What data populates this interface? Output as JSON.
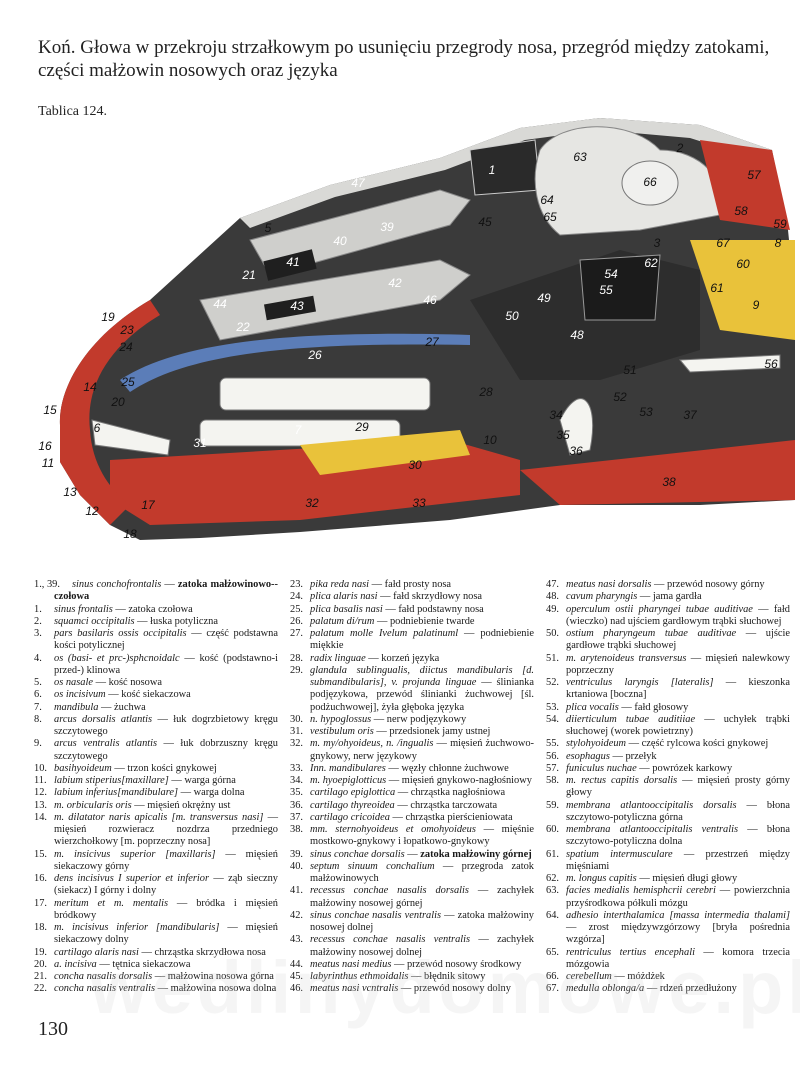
{
  "title": "Koń. Głowa w przekroju strzałkowym po usunięciu przegrody nosa, przegród między zatokami, części małżowin nosowych oraz języka",
  "plate": "Tablica 124.",
  "page_number": "130",
  "watermark": "wedlinydomowe.pl",
  "figure_labels": [
    "1",
    "2",
    "3",
    "5",
    "6",
    "7",
    "8",
    "9",
    "10",
    "11",
    "12",
    "13",
    "14",
    "15",
    "16",
    "17",
    "18",
    "19",
    "20",
    "21",
    "22",
    "23",
    "24",
    "25",
    "26",
    "27",
    "28",
    "29",
    "30",
    "31",
    "32",
    "33",
    "34",
    "35",
    "36",
    "37",
    "38",
    "39",
    "40",
    "41",
    "42",
    "43",
    "44",
    "45",
    "46",
    "47",
    "48",
    "49",
    "50",
    "51",
    "52",
    "53",
    "54",
    "55",
    "56",
    "57",
    "58",
    "59",
    "60",
    "61",
    "62",
    "63",
    "64",
    "65",
    "66",
    "67"
  ],
  "legend": {
    "col1": [
      {
        "num": "1., 39.",
        "lat": "sinus conchofrontalis",
        "pl": "zatoka małżowinowo--czołowa",
        "bold": true
      },
      {
        "num": "1.",
        "lat": "sinus frontalis",
        "pl": "zatoka czołowa"
      },
      {
        "num": "2.",
        "lat": "squamci occipitalis",
        "pl": "łuska potyliczna"
      },
      {
        "num": "3.",
        "lat": "pars basilaris ossis occipitalis",
        "pl": "część podstawna kości potylicznej"
      },
      {
        "num": "4.",
        "lat": "os (basi- et prc-)sphcnoidalc",
        "pl": "kość (podstawno-i przed-) klinowa"
      },
      {
        "num": "5.",
        "lat": "os nasale",
        "pl": "kość nosowa"
      },
      {
        "num": "6.",
        "lat": "os incisivum",
        "pl": "kość siekaczowa"
      },
      {
        "num": "7.",
        "lat": "mandibula",
        "pl": "żuchwa"
      },
      {
        "num": "8.",
        "lat": "arcus dorsalis atlantis",
        "pl": "łuk dogrzbietowy kręgu szczytowego"
      },
      {
        "num": "9.",
        "lat": "arcus ventralis atlantis",
        "pl": "łuk dobrzuszny kręgu szczytowego"
      },
      {
        "num": "10.",
        "lat": "basihyoideum",
        "pl": "trzon kości gnykowej"
      },
      {
        "num": "11.",
        "lat": "labium stiperius[maxillare]",
        "pl": "warga górna"
      },
      {
        "num": "12.",
        "lat": "labium inferius[mandibulare]",
        "pl": "warga dolna"
      },
      {
        "num": "13.",
        "lat": "m. orbicularis oris",
        "pl": "mięsień okrężny ust"
      },
      {
        "num": "14.",
        "lat": "m. dilatator naris apicalis [m. transversus nasi]",
        "pl": "mięsień rozwieracz nozdrza przedniego wierzchołkowy [m. poprzeczny nosa]"
      },
      {
        "num": "15.",
        "lat": "m. insicivus superior [maxillaris]",
        "pl": "mięsień siekaczowy górny"
      },
      {
        "num": "16.",
        "lat": "dens incisivus I superior et inferior",
        "pl": "ząb sieczny (siekacz) I górny i dolny"
      },
      {
        "num": "17.",
        "lat": "meritum et m. mentalis",
        "pl": "bródka i mięsień bródkowy"
      },
      {
        "num": "18.",
        "lat": "m. incisivus inferior [mandibularis]",
        "pl": "mięsień siekaczowy dolny"
      },
      {
        "num": "19.",
        "lat": "cartilago alaris nasi",
        "pl": "chrząstka skrzydłowa nosa"
      },
      {
        "num": "20.",
        "lat": "a. incisiva",
        "pl": "tętnica siekaczowa"
      },
      {
        "num": "21.",
        "lat": "concha nasalis dorsalis",
        "pl": "małżowina nosowa górna"
      },
      {
        "num": "22.",
        "lat": "concha nasalis ventralis",
        "pl": "małżowina nosowa dolna"
      }
    ],
    "col2": [
      {
        "num": "23.",
        "lat": "pika reda nasi",
        "pl": "fałd prosty nosa"
      },
      {
        "num": "24.",
        "lat": "plica alaris nasi",
        "pl": "fałd skrzydłowy nosa"
      },
      {
        "num": "25.",
        "lat": "plica basalis nasi",
        "pl": "fałd podstawny nosa"
      },
      {
        "num": "26.",
        "lat": "palatum di/rum",
        "pl": "podniebienie twarde"
      },
      {
        "num": "27.",
        "lat": "palatum molle Ivelum palatinuml",
        "pl": "podniebienie miękkie"
      },
      {
        "num": "28.",
        "lat": "radix linguae",
        "pl": "korzeń języka"
      },
      {
        "num": "29.",
        "lat": "glandula sublingualis, diictus mandibularis [d. submandibularis], v. projunda linguae",
        "pl": "ślinianka podjęzykowa, przewód ślinianki żuchwowej [śl. podżuchwowej], żyła głęboka języka"
      },
      {
        "num": "30.",
        "lat": "n. hypoglossus",
        "pl": "nerw podjęzykowy"
      },
      {
        "num": "31.",
        "lat": "vestibulum oris",
        "pl": "przedsionek jamy ustnej"
      },
      {
        "num": "32.",
        "lat": "m. my/ohyoideus, n. /ingualis",
        "pl": "mięsień żuchwowo-gnykowy, nerw językowy"
      },
      {
        "num": "33.",
        "lat": "Inn. mandibulares",
        "pl": "węzły chłonne żuchwowe"
      },
      {
        "num": "34.",
        "lat": "m. hyoepiglotticus",
        "pl": "mięsień gnykowo-nagłośniowy"
      },
      {
        "num": "35.",
        "lat": "cartilago epiglottica",
        "pl": "chrząstka nagłośniowa"
      },
      {
        "num": "36.",
        "lat": "cartilago thyreoidea",
        "pl": "chrząstka tarczowata"
      },
      {
        "num": "37.",
        "lat": "cartilago cricoidea",
        "pl": "chrząstka pierścieniowata"
      },
      {
        "num": "38.",
        "lat": "mm. sternohyoideus et omohyoideus",
        "pl": "mięśnie mostkowo-gnykowy i łopatkowo-gnykowy"
      },
      {
        "num": "39.",
        "lat": "sinus conchae dorsalis",
        "pl": "zatoka małżowiny górnej",
        "bold": true
      },
      {
        "num": "40.",
        "lat": "septum sinuum conchalium",
        "pl": "przegroda zatok małżowinowych"
      },
      {
        "num": "41.",
        "lat": "recessus conchae nasalis dorsalis",
        "pl": "zachyłek małżowiny nosowej górnej"
      },
      {
        "num": "42.",
        "lat": "sinus conchae nasalis ventralis",
        "pl": "zatoka małżowiny nosowej dolnej"
      },
      {
        "num": "43.",
        "lat": "recessus conchae nasalis ventralis",
        "pl": "zachyłek małżowiny nosowej dolnej"
      },
      {
        "num": "44.",
        "lat": "meatus nasi medius",
        "pl": "przewód nosowy środkowy"
      },
      {
        "num": "45.",
        "lat": "labyrinthus ethmoidalis",
        "pl": "błędnik sitowy"
      },
      {
        "num": "46.",
        "lat": "meatus nasi vcntralis",
        "pl": "przewód nosowy dolny"
      }
    ],
    "col3": [
      {
        "num": "47.",
        "lat": "meatus nasi dorsalis",
        "pl": "przewód nosowy górny"
      },
      {
        "num": "48.",
        "lat": "cavum pharyngis",
        "pl": "jama gardła"
      },
      {
        "num": "49.",
        "lat": "operculum ostii pharyngei tubae auditivae",
        "pl": "fałd (wieczko) nad ujściem gardłowym trąbki słuchowej"
      },
      {
        "num": "50.",
        "lat": "ostium pharyngeum tubae auditivae",
        "pl": "ujście gardłowe trąbki słuchowej"
      },
      {
        "num": "51.",
        "lat": "m. arytenoideus transversus",
        "pl": "mięsień nalewkowy poprzeczny"
      },
      {
        "num": "52.",
        "lat": "ventriculus laryngis [lateralis]",
        "pl": "kieszonka krtaniowa [boczna]"
      },
      {
        "num": "53.",
        "lat": "plica vocalis",
        "pl": "fałd głosowy"
      },
      {
        "num": "54.",
        "lat": "diierticulum tubae auditiiae",
        "pl": "uchyłek trąbki słuchowej (worek powietrzny)"
      },
      {
        "num": "55.",
        "lat": "stylohyoideum",
        "pl": "część rylcowa kości gnykowej"
      },
      {
        "num": "56.",
        "lat": "esophagus",
        "pl": "przełyk"
      },
      {
        "num": "57.",
        "lat": "funiculus nuchae",
        "pl": "powrózek karkowy"
      },
      {
        "num": "58.",
        "lat": "m. rectus capitis dorsalis",
        "pl": "mięsień prosty górny głowy"
      },
      {
        "num": "59.",
        "lat": "membrana atlantooccipitalis dorsalis",
        "pl": "błona szczytowo-potyliczna górna"
      },
      {
        "num": "60.",
        "lat": "membrana atlantooccipitalis ventralis",
        "pl": "błona szczytowo-potyliczna dolna"
      },
      {
        "num": "61.",
        "lat": "spatium intermusculare",
        "pl": "przestrzeń między mięśniami"
      },
      {
        "num": "62.",
        "lat": "m. longus capitis",
        "pl": "mięsień długi głowy"
      },
      {
        "num": "63.",
        "lat": "facies medialis hemisphcrii cerebri",
        "pl": "powierzchnia przyśrodkowa półkuli mózgu"
      },
      {
        "num": "64.",
        "lat": "adhesio interthalamica [massa intermedia thalami]",
        "pl": "zrost międzywzgórzowy [bryła pośrednia wzgórza]"
      },
      {
        "num": "65.",
        "lat": "rentriculus tertius encephali",
        "pl": "komora trzecia mózgowia"
      },
      {
        "num": "66.",
        "lat": "cerebellum",
        "pl": "móżdżek"
      },
      {
        "num": "67.",
        "lat": "medulla oblonga/a",
        "pl": "rdzeń przedłużony"
      }
    ]
  },
  "colors": {
    "muscle": "#c23a2c",
    "fat": "#e9c23a",
    "bone": "#d9d9d6",
    "cavity": "#3a3a3a",
    "teeth": "#f4f4f0",
    "brain": "#e6e6e3"
  }
}
